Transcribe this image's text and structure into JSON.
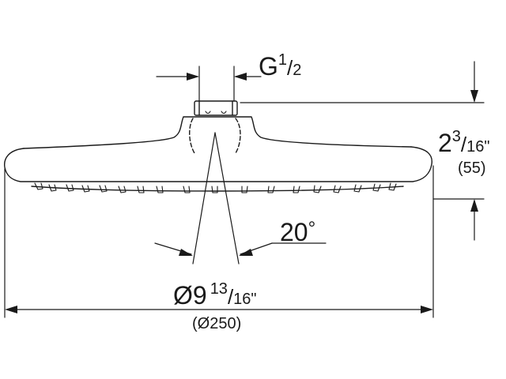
{
  "drawing": {
    "type": "technical dimension drawing",
    "subject": "shower head side view"
  },
  "dimensions": {
    "thread": {
      "prefix": "G",
      "num": "1",
      "den": "2"
    },
    "height": {
      "whole": "2",
      "num": "3",
      "den": "16\"",
      "metric": "(55)"
    },
    "angle": {
      "value": "20",
      "unit": "°"
    },
    "diameter": {
      "symbol": "Ø",
      "whole": "9",
      "num": "13",
      "den": "16\"",
      "metric": "(Ø250)"
    }
  },
  "colors": {
    "line": "#1a1a1a",
    "background": "#ffffff"
  }
}
